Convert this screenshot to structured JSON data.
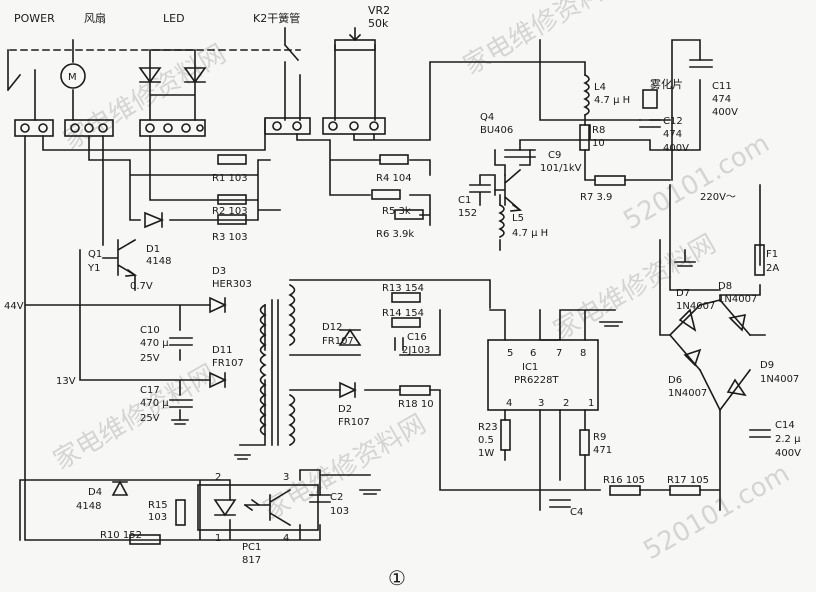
{
  "top_labels": {
    "power": "POWER",
    "fan": "风扇",
    "led": "LED",
    "reed": "K2干簧管",
    "vr2": "VR2",
    "vr2_val": "50k"
  },
  "components": {
    "r1": "R1 103",
    "r2": "R2 103",
    "r3": "R3 103",
    "r4": "R4 104",
    "r5": "R5 3k",
    "r6": "R6 3.9k",
    "r7": "R7 3.9",
    "r8": "R8",
    "r8_val": "10",
    "r9": "R9",
    "r9_val": "471",
    "r10": "R10 152",
    "r13": "R13 154",
    "r14": "R14 154",
    "r15": "R15",
    "r15_val": "103",
    "r16": "R16 105",
    "r17": "R17 105",
    "r18": "R18 10",
    "r23": "R23",
    "r23_val": "0.5",
    "r23_w": "1W",
    "l4": "L4",
    "l4_val": "4.7 μ H",
    "l5": "L5",
    "l5_val": "4.7 μ H",
    "q4": "Q4",
    "q4_val": "BU406",
    "c9": "C9",
    "c9_val": "101/1kV",
    "c1": "C1",
    "c1_val": "152",
    "atomizer": "雾化片",
    "c11": "C11",
    "c11_val": "474",
    "c11_v": "400V",
    "c12": "C12",
    "c12_val": "474",
    "c12_v": "400V",
    "q1": "Q1",
    "q1_val": "Y1",
    "d1": "D1",
    "d1_val": "4148",
    "vbe": "0.7V",
    "d3": "D3",
    "d3_val": "HER303",
    "v44": "44V",
    "c10": "C10",
    "c10_val": "470 μ",
    "c10_v": "25V",
    "d11": "D11",
    "d11_val": "FR107",
    "v13": "13V",
    "c17": "C17",
    "c17_val": "470 μ",
    "c17_v": "25V",
    "d12": "D12",
    "d12_val": "FR107",
    "c16": "C16",
    "c16_val": "2J103",
    "ic1": "IC1",
    "ic1_val": "PR6228T",
    "pin5": "5",
    "pin6": "6",
    "pin7": "7",
    "pin8": "8",
    "pin4": "4",
    "pin3": "3",
    "pin2": "2",
    "pin1": "1",
    "d2": "D2",
    "d2_val": "FR107",
    "c4": "C4",
    "d4": "D4",
    "d4_val": "4148",
    "pc1": "PC1",
    "pc1_val": "817",
    "pc_pin2": "2",
    "pc_pin3": "3",
    "pc_pin1": "1",
    "pc_pin4": "4",
    "c2": "C2",
    "c2_val": "103",
    "ac": "220V～",
    "f1": "F1",
    "f1_val": "2A",
    "d7": "D7",
    "d7_val": "1N4007",
    "d8": "D8",
    "d8_val": "1N4007",
    "d6": "D6",
    "d6_val": "1N4007",
    "d9": "D9",
    "d9_val": "1N4007",
    "c14": "C14",
    "c14_val": "2.2 μ",
    "c14_v": "400V"
  },
  "figure_mark": "①",
  "watermarks": [
    "家电维修资料网",
    "家电维修资料网",
    "家电维修资料网",
    "家电维修资料网",
    "家电维修资料网",
    "520101.com",
    "520101.com"
  ]
}
